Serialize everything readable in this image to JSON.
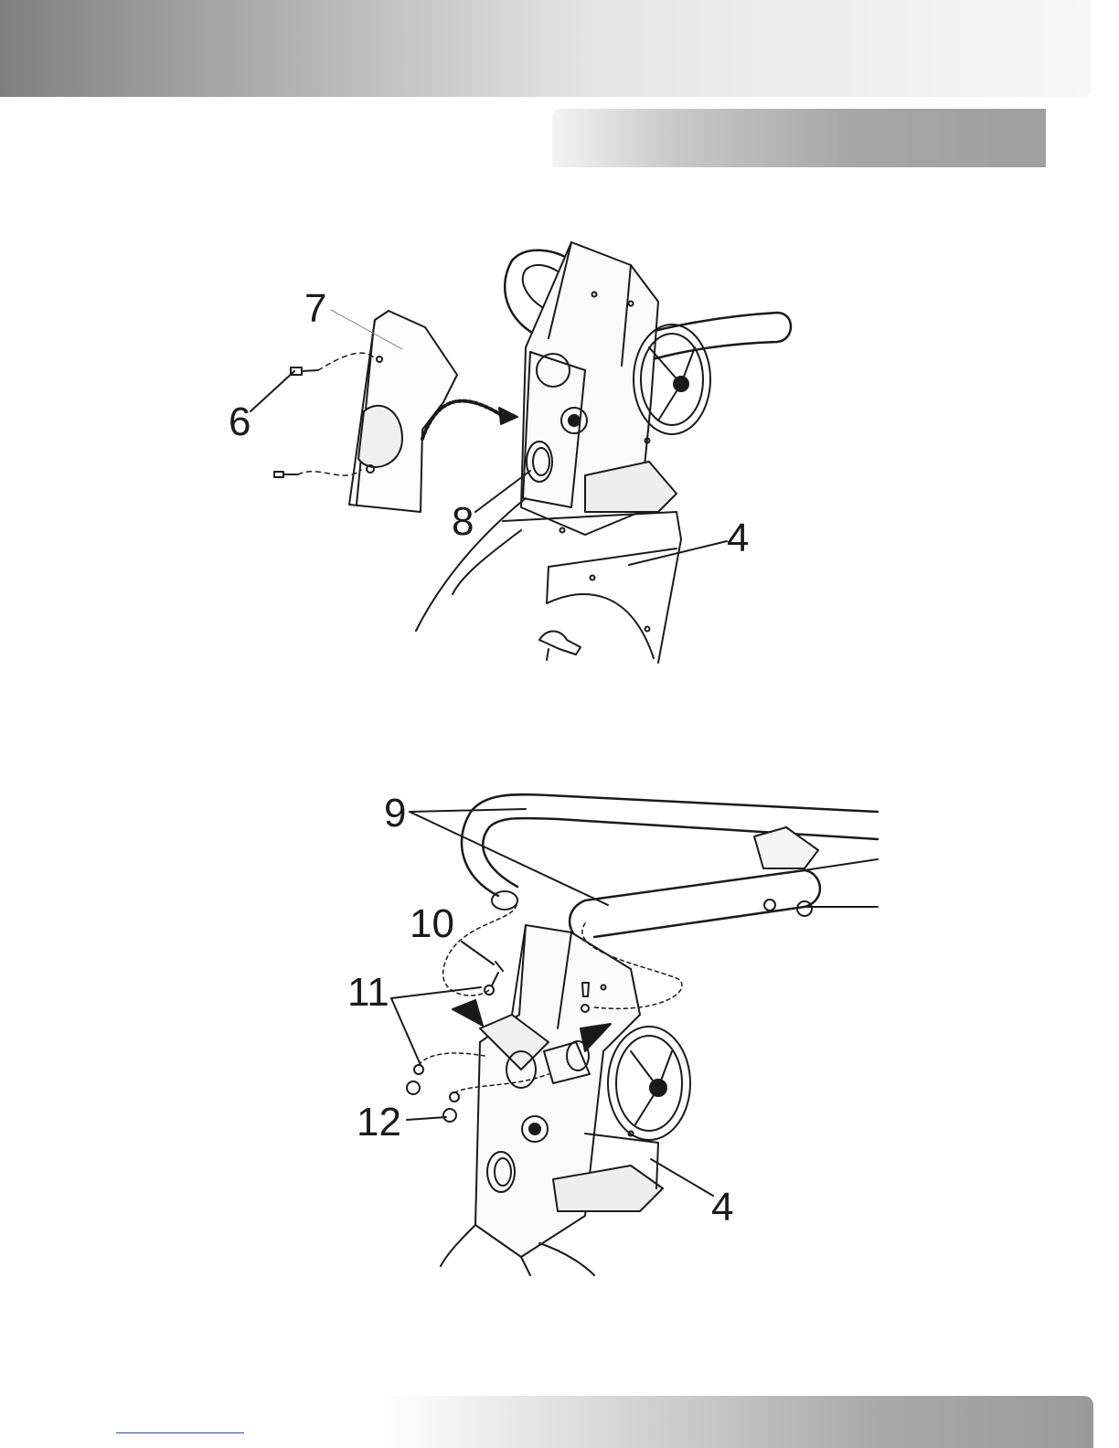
{
  "figure_1": {
    "callouts": [
      {
        "id": "7",
        "text": "7"
      },
      {
        "id": "6",
        "text": "6"
      },
      {
        "id": "8",
        "text": "8"
      },
      {
        "id": "4",
        "text": "4"
      }
    ]
  },
  "figure_2": {
    "callouts": [
      {
        "id": "9",
        "text": "9"
      },
      {
        "id": "10",
        "text": "10"
      },
      {
        "id": "11",
        "text": "11"
      },
      {
        "id": "12",
        "text": "12"
      },
      {
        "id": "4",
        "text": "4"
      }
    ]
  },
  "colors": {
    "banner_dark": "#7f7f7f",
    "banner_light": "#f7f7f7",
    "link": "#2c3fcf",
    "line_art": "#1a1a1a"
  }
}
